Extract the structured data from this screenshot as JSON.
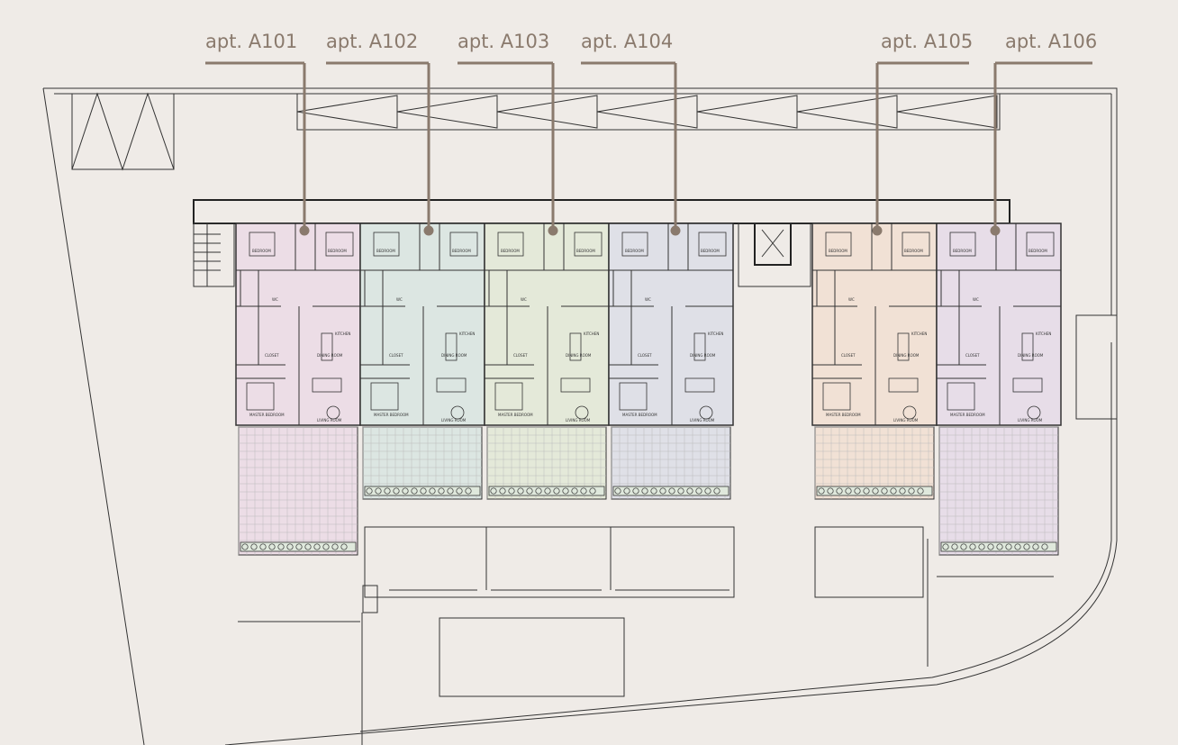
{
  "apartments": [
    {
      "label": "apt. A101",
      "color": "#ecdde6"
    },
    {
      "label": "apt. A102",
      "color": "#dce6e2"
    },
    {
      "label": "apt. A103",
      "color": "#e4e9d9"
    },
    {
      "label": "apt. A104",
      "color": "#dfe0e7"
    },
    {
      "label": "apt. A105",
      "color": "#f1e1d5"
    },
    {
      "label": "apt. A106",
      "color": "#e7dde8"
    }
  ],
  "rooms": {
    "bedroom": "BEDROOM",
    "master_bedroom": "MASTER BEDROOM",
    "living_room": "LIVING ROOM",
    "dining_room": "DINING ROOM",
    "kitchen": "KITCHEN",
    "wc": "WC",
    "closet": "CLOSET"
  },
  "colors": {
    "background": "#efebe7",
    "leader": "#8a7a6d"
  }
}
